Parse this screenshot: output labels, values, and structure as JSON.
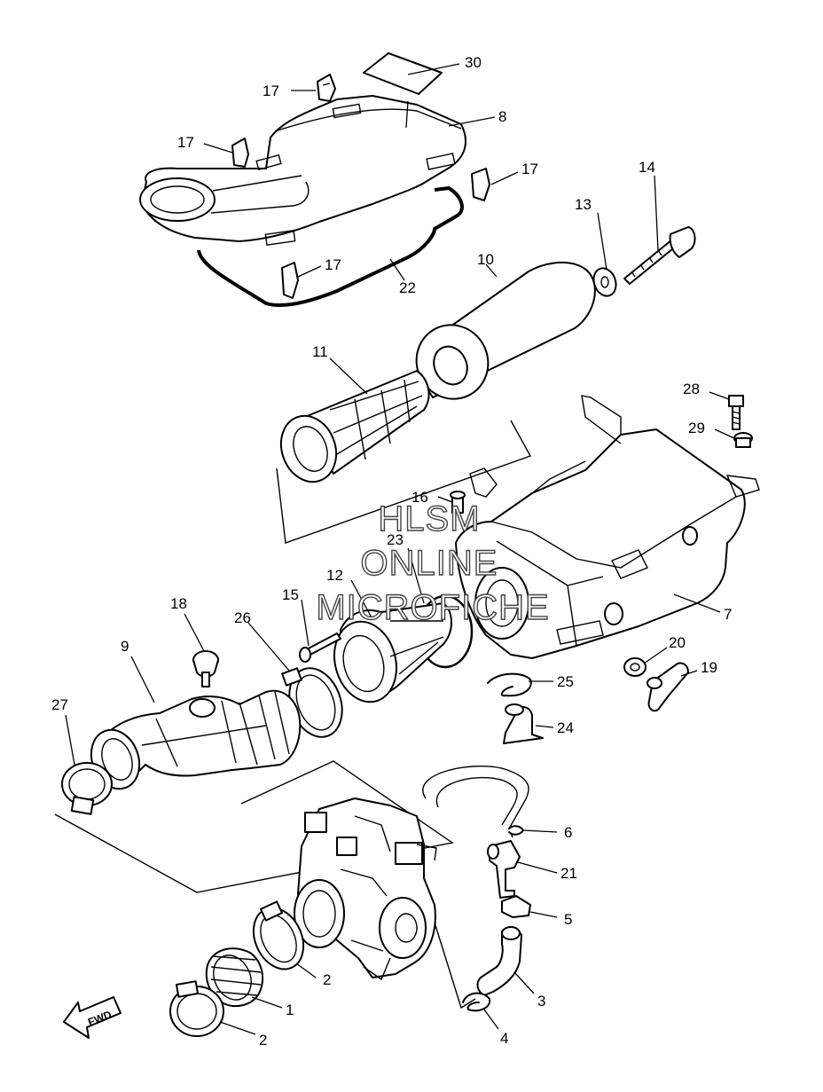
{
  "watermark": {
    "line1": "HLSM",
    "line2": "ONLINE",
    "line3": "MICROFICHE"
  },
  "direction_label": "FWD",
  "callouts": {
    "c1": "1",
    "c2a": "2",
    "c2b": "2",
    "c3": "3",
    "c4": "4",
    "c5": "5",
    "c6": "6",
    "c7": "7",
    "c8": "8",
    "c9": "9",
    "c10": "10",
    "c11": "11",
    "c12": "12",
    "c13": "13",
    "c14": "14",
    "c15": "15",
    "c16": "16",
    "c17a": "17",
    "c17b": "17",
    "c17c": "17",
    "c17d": "17",
    "c18": "18",
    "c19": "19",
    "c20": "20",
    "c21": "21",
    "c22": "22",
    "c23": "23",
    "c24": "24",
    "c25": "25",
    "c26": "26",
    "c27": "27",
    "c28": "28",
    "c29": "29",
    "c30": "30"
  }
}
